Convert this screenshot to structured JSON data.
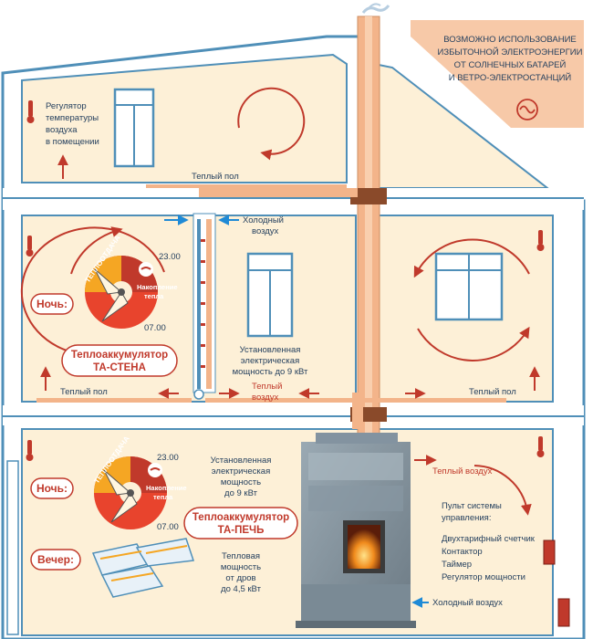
{
  "notice": {
    "lines": [
      "ВОЗМОЖНО ИСПОЛЬЗОВАНИЕ",
      "ИЗБЫТОЧНОЙ ЭЛЕКТРОЭНЕРГИИ",
      "ОТ СОЛНЕЧНЫХ БАТАРЕЙ",
      "И ВЕТРО-ЭЛЕКТРОСТАНЦИЙ"
    ],
    "icon": "ac-sine-icon",
    "color": "#f7c9a8"
  },
  "attic": {
    "regulator_lines": [
      "Регулятор",
      "температуры",
      "воздуха",
      "в помещении"
    ],
    "warm_floor": "Теплый пол"
  },
  "middle": {
    "cold_air_lines": [
      "Холодный",
      "воздух"
    ],
    "night": "Ночь:",
    "dial_release": "ТЕПЛООТДАЧА",
    "dial_storage_lines": [
      "Накопление",
      "тепла"
    ],
    "time_top": "23.00",
    "time_bottom": "07.00",
    "device_lines": [
      "Теплоаккумулятор",
      "ТА-СТЕНА"
    ],
    "power_lines": [
      "Установленная",
      "электрическая",
      "мощность до 9 кВт"
    ],
    "warm_floor_left": "Теплый пол",
    "warm_air_lines": [
      "Теплый",
      "воздух"
    ],
    "warm_floor_right": "Теплый пол"
  },
  "ground": {
    "night": "Ночь:",
    "evening": "Вечер:",
    "dial_release": "ТЕПЛООТДАЧА",
    "dial_storage_lines": [
      "Накопление",
      "тепла"
    ],
    "time_top": "23.00",
    "time_bottom": "07.00",
    "power_lines": [
      "Установленная",
      "электрическая",
      "мощность",
      "до 9 кВт"
    ],
    "device_lines": [
      "Теплоаккумулятор",
      "ТА-ПЕЧЬ"
    ],
    "wood_power_lines": [
      "Тепловая",
      "мощность",
      "от дров",
      "до 4,5 кВт"
    ],
    "warm_air": "Теплый воздух",
    "control_title_lines": [
      "Пульт системы",
      "управления:"
    ],
    "control_items": [
      "Двухтарифный счетчик",
      "Контактор",
      "Таймер",
      "Регулятор мощности"
    ],
    "cold_air": "Холодный воздух"
  },
  "colors": {
    "wall": "#4f8fb8",
    "room_fill": "#fdf0d7",
    "arrow_red": "#c0392b",
    "pipe": "#f3b48a",
    "chimney_dark": "#8a4a2a"
  }
}
